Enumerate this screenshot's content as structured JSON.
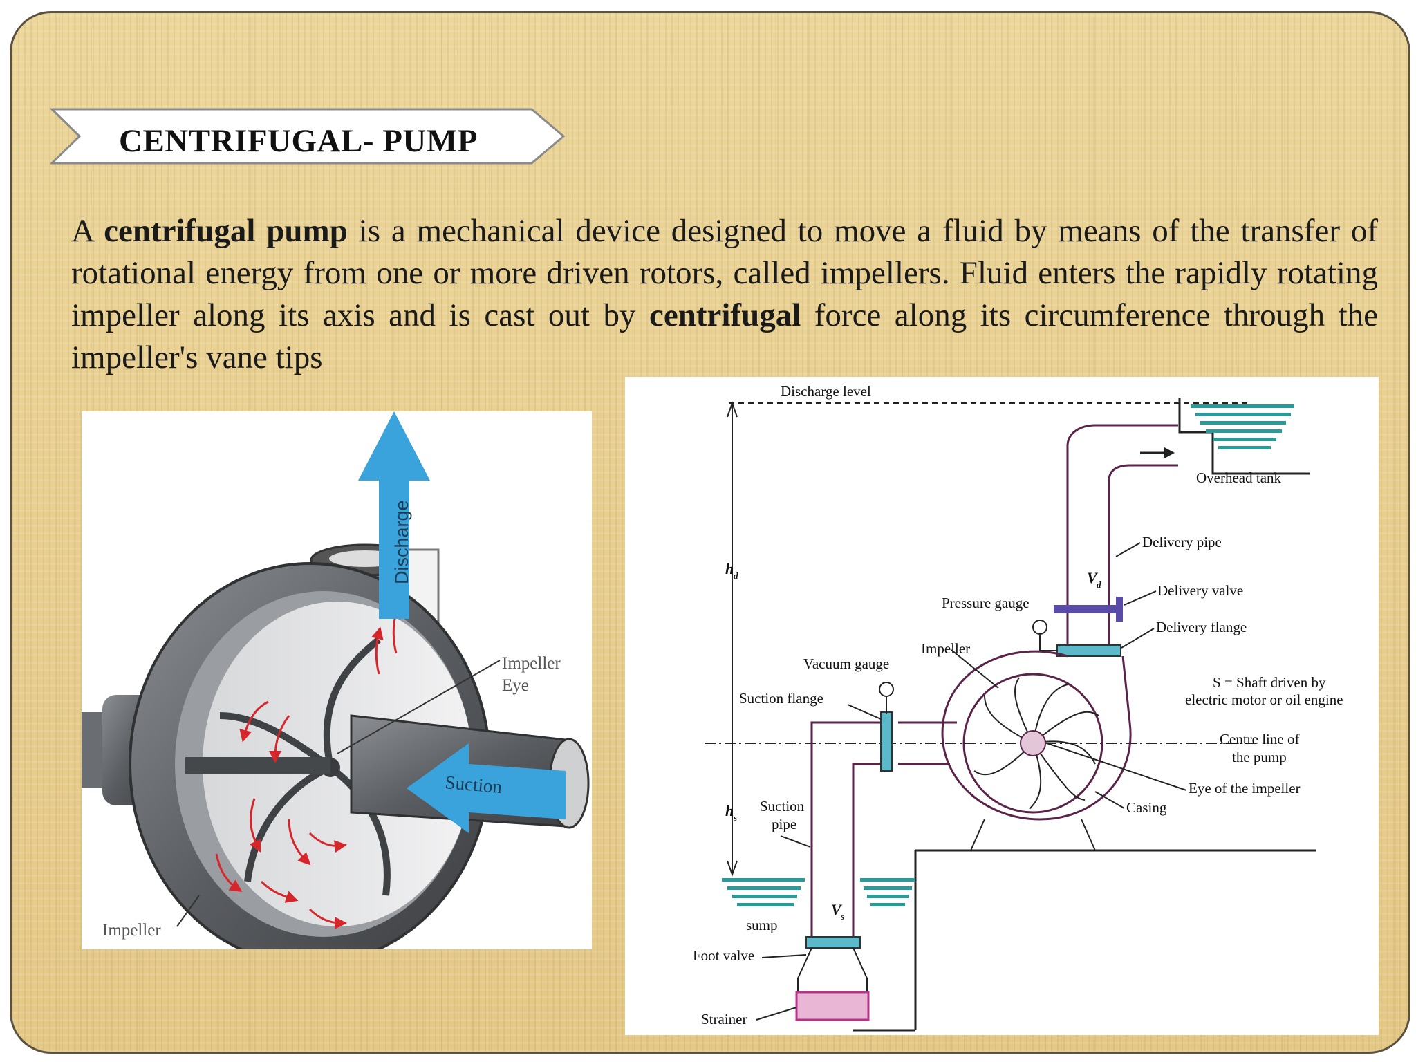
{
  "slide": {
    "title": "CENTRIFUGAL- PUMP",
    "body": {
      "p1": "A ",
      "b1": "centrifugal pump",
      "p2": " is a mechanical device designed to move a fluid by means of the transfer of rotational energy from one or more driven rotors, called impellers. Fluid enters the rapidly rotating impeller along its axis and is cast out by ",
      "b2": "centrifugal",
      "p3": " force along its circumference through the impeller's vane tips"
    }
  },
  "left_figure": {
    "labels": {
      "discharge": "Discharge",
      "suction": "Suction",
      "impeller_eye_1": "Impeller",
      "impeller_eye_2": "Eye",
      "impeller": "Impeller"
    },
    "colors": {
      "arrow": "#3ba3dc",
      "flow": "#d7262b",
      "metal": "#5f6266"
    }
  },
  "right_figure": {
    "labels": {
      "discharge_level": "Discharge level",
      "overhead_tank": "Overhead tank",
      "delivery_pipe": "Delivery pipe",
      "delivery_valve": "Delivery valve",
      "delivery_flange": "Delivery flange",
      "pressure_gauge": "Pressure gauge",
      "impeller": "Impeller",
      "vacuum_gauge": "Vacuum gauge",
      "suction_flange": "Suction flange",
      "shaft_1": "S = Shaft driven by",
      "shaft_2": "electric motor or oil engine",
      "centre_1": "Centre line of",
      "centre_2": "the pump",
      "eye": "Eye of the impeller",
      "casing": "Casing",
      "suction_pipe_1": "Suction",
      "suction_pipe_2": "pipe",
      "sump": "sump",
      "foot_valve": "Foot valve",
      "strainer": "Strainer",
      "hd": "h",
      "hd_sub": "d",
      "hs": "h",
      "hs_sub": "s",
      "vd": "V",
      "vd_sub": "d",
      "vs": "V",
      "vs_sub": "s"
    },
    "colors": {
      "pipe": "#5a2348",
      "water": "#2a9b98",
      "flange": "#5bb9c9",
      "valve": "#5b4ba8",
      "strainer": "#b8318b"
    }
  }
}
